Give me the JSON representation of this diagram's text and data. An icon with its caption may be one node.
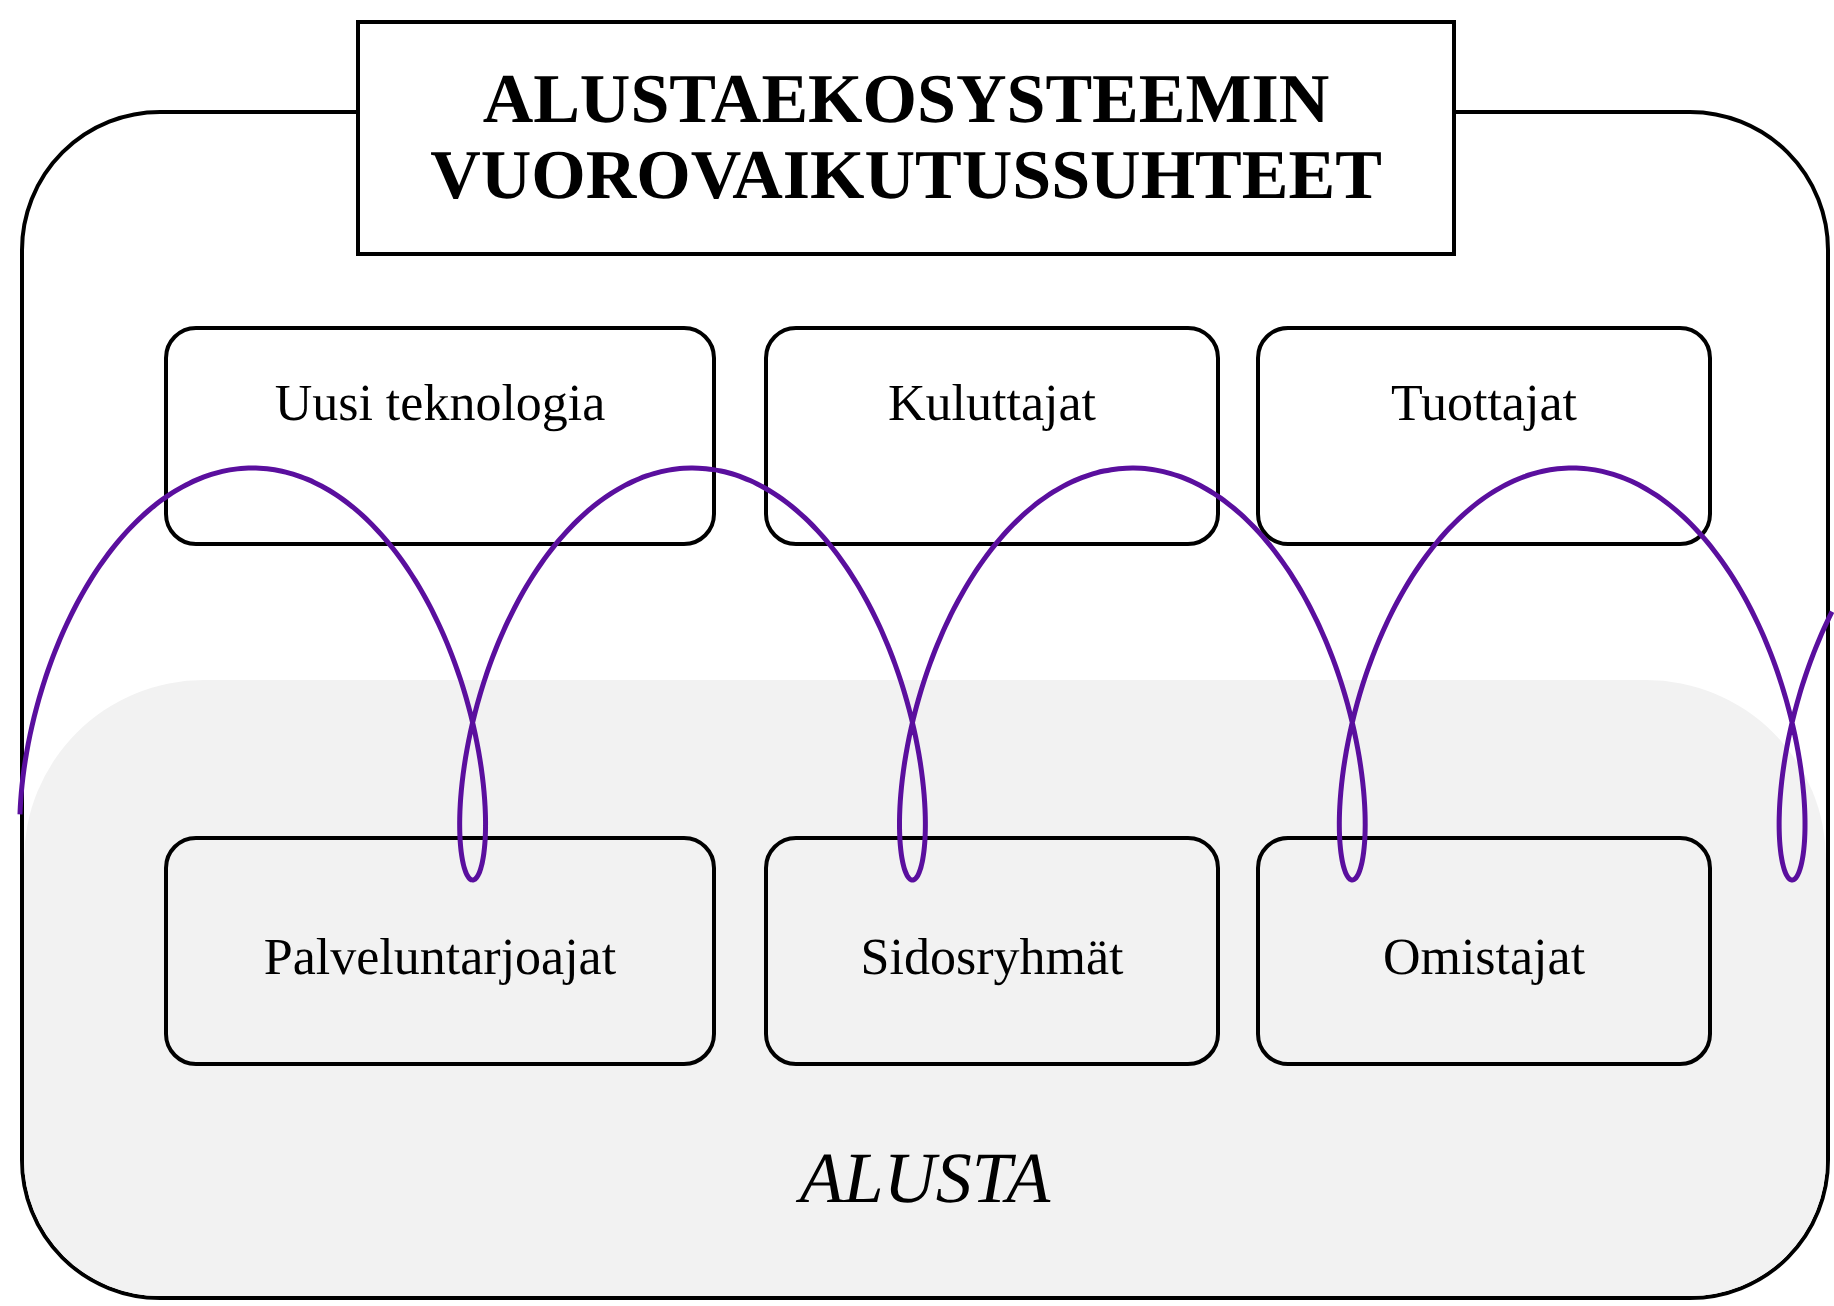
{
  "diagram": {
    "title": "ALUSTAEKOSYSTEEMIN VUOROVAIKUTUSSUHTEET",
    "nodes": [
      {
        "text": [],
        "shape": "box"
      },
      {
        "text": [
          "ALUSTA"
        ],
        "in": 0
      },
      {
        "text": [
          "Uusi teknologia"
        ],
        "in": 0
      },
      {
        "text": [
          "Kuluttajat"
        ],
        "in": 0
      },
      {
        "text": [
          "Tuottajat"
        ],
        "in": 0
      },
      {
        "text": [
          "Palveluntarjoajat"
        ],
        "in": 1
      },
      {
        "text": [
          "Sidosryhmät"
        ],
        "in": 1
      },
      {
        "text": [
          "Omistajat"
        ],
        "in": 1
      }
    ]
  }
}
